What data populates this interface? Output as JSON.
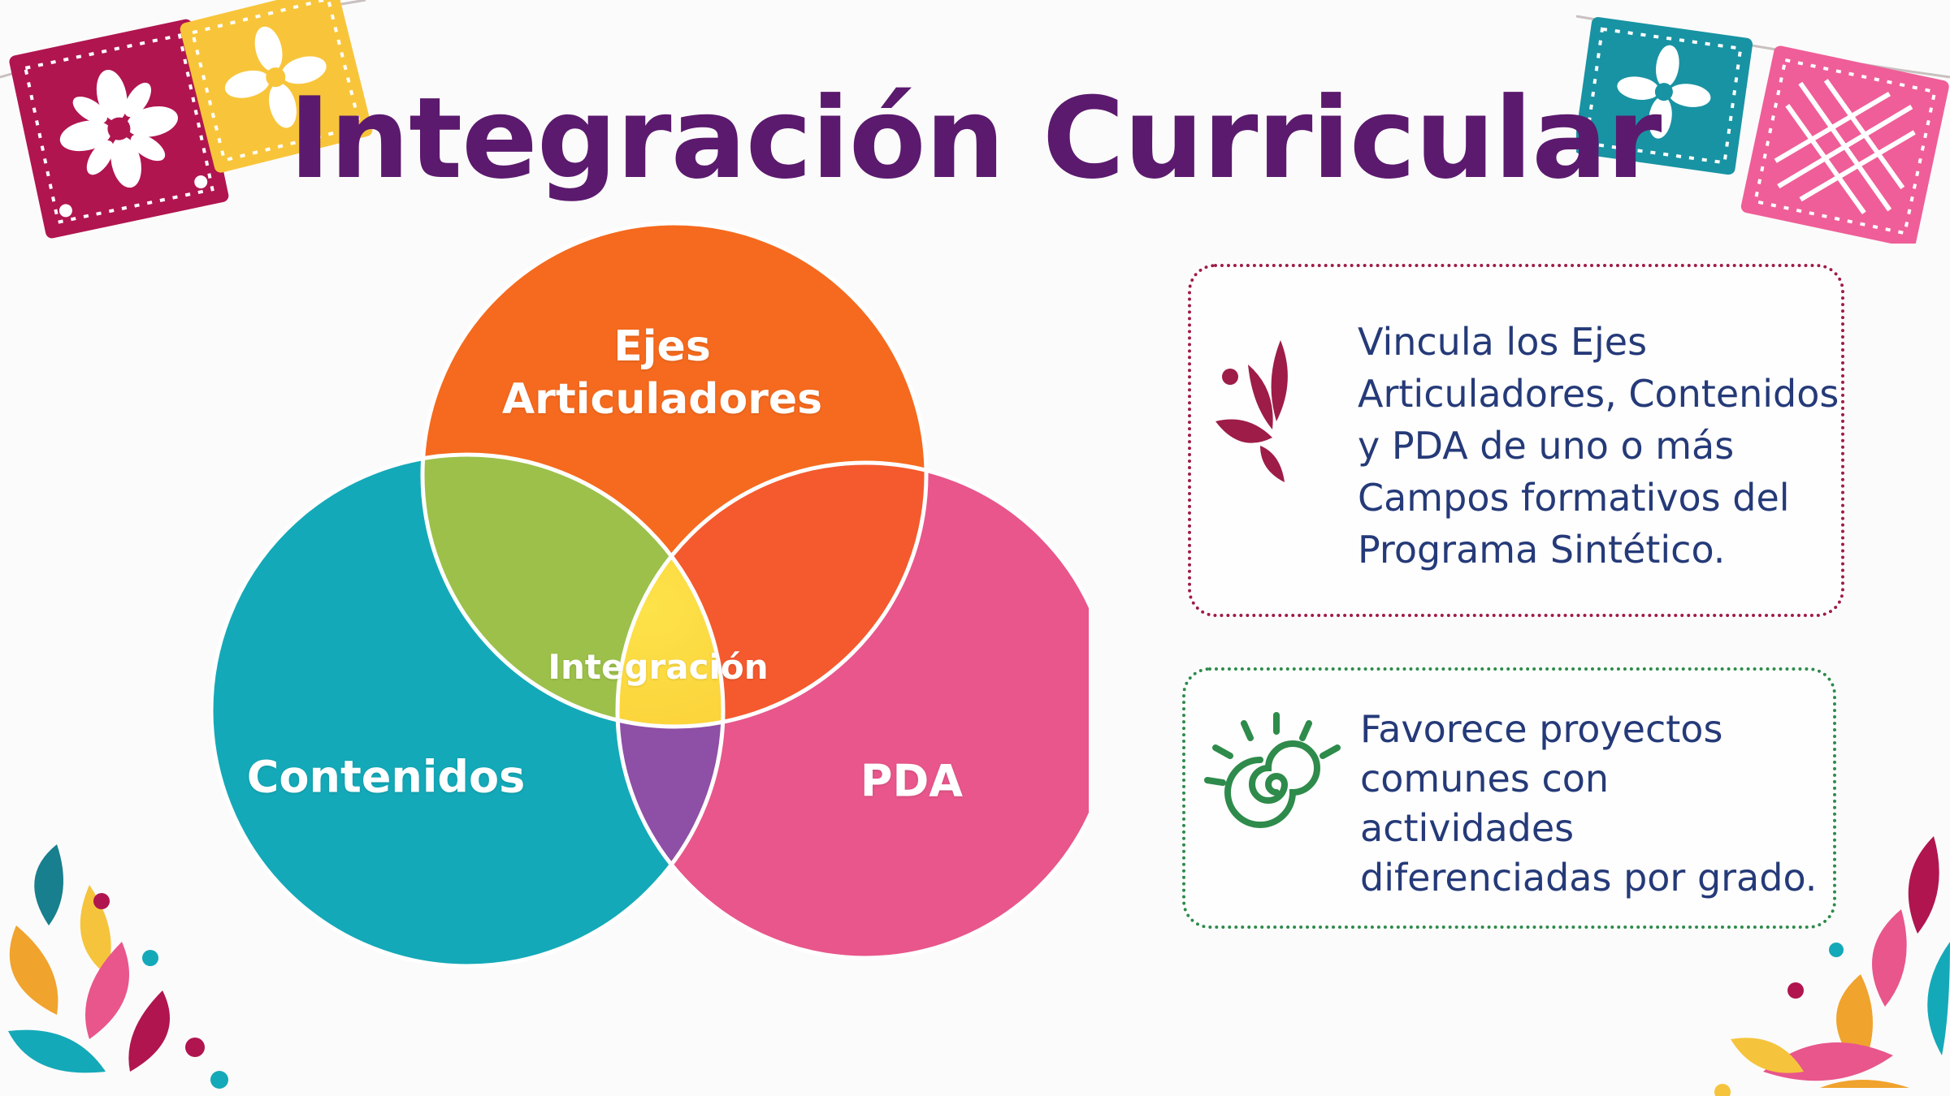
{
  "title": "Integración Curricular",
  "venn": {
    "top": "Ejes\nArticuladores",
    "left": "Contenidos",
    "right": "PDA",
    "center": "Integración"
  },
  "cards": [
    {
      "text": "Vincula los Ejes\nArticuladores, Contenidos\ny PDA de uno o más\nCampos formativos del\nPrograma Sintético.",
      "icon": "flourish-icon"
    },
    {
      "text": "Favorece proyectos\ncomunes con\nactividades\ndiferenciadas por grado.",
      "icon": "spiral-sun-icon"
    }
  ],
  "colors": {
    "title": "#5b1a6e",
    "orange": "#f56a1e",
    "teal": "#14a9b8",
    "pink": "#e8568b",
    "green": "#9cc04a",
    "red_orange": "#f45a2e",
    "purple": "#8e4fa6",
    "yellow": "#fbbd1b",
    "card1_border": "#9e1c48",
    "card2_border": "#2e8b4b",
    "text_dark": "#253a78"
  }
}
